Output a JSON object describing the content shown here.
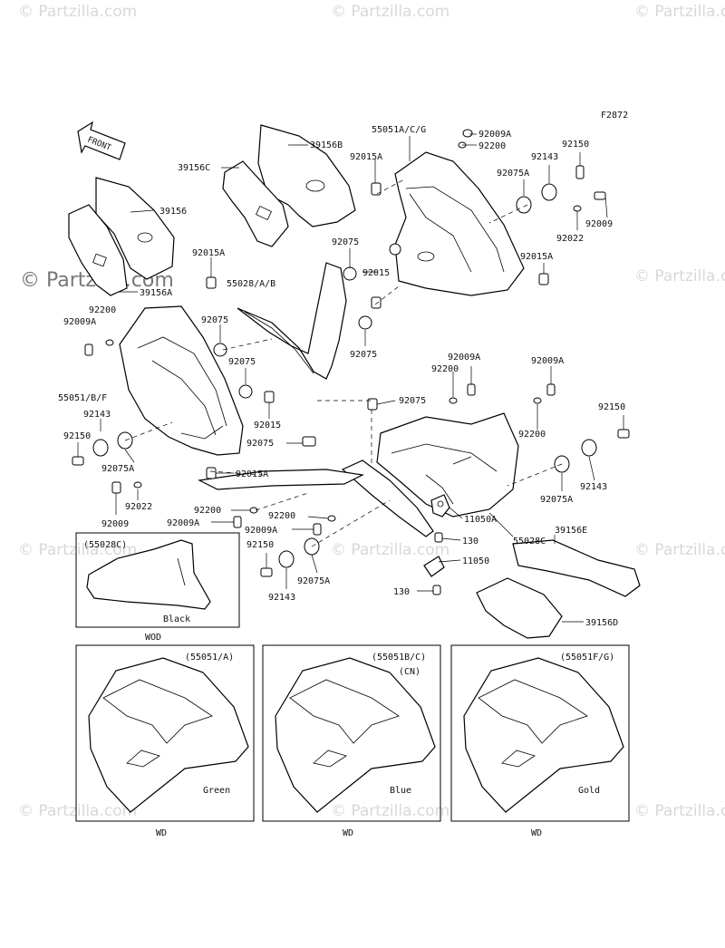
{
  "figure_code": "F2872",
  "front_label": "FRONT",
  "watermark": "© Partzilla.com",
  "callouts": {
    "p39156B": "39156B",
    "p39156C": "39156C",
    "p39156": "39156",
    "p39156A": "39156A",
    "p55051ACG": "55051A/C/G",
    "p92009A_top": "92009A",
    "p92200_top": "92200",
    "p92015A_top": "92015A",
    "p92150_top": "92150",
    "p92143_top": "92143",
    "p92075A_top": "92075A",
    "p92009_top": "92009",
    "p92022_top": "92022",
    "p92015A_right": "92015A",
    "p92015A_left": "92015A",
    "p55028AB": "55028/A/B",
    "p92075_a": "92075",
    "p92015_a": "92015",
    "p92075_b": "92075",
    "p92200_left": "92200",
    "p92009A_left": "92009A",
    "p92075_c": "92075",
    "p92075_d": "92075",
    "p55051BF": "55051/B/F",
    "p92143_left": "92143",
    "p92150_left": "92150",
    "p92075A_left": "92075A",
    "p92015_b": "92015",
    "p92075_e": "92075",
    "p92022_left": "92022",
    "p92009_left": "92009",
    "p92015A_mid": "92015A",
    "p92009A_mr": "92009A",
    "p92200_mr": "92200",
    "p92075_mr": "92075",
    "p92009A_r": "92009A",
    "p92200_r": "92200",
    "p92150_r": "92150",
    "p92143_r": "92143",
    "p92075A_r": "92075A",
    "p92200_bl": "92200",
    "p92009A_bl": "92009A",
    "p92200_bm": "92200",
    "p92009A_bm": "92009A",
    "p92150_b": "92150",
    "p92075A_b": "92075A",
    "p92143_b": "92143",
    "p11050A": "11050A",
    "p130_a": "130",
    "p55028C_r": "55028C",
    "p11050": "11050",
    "p130_b": "130",
    "p39156E": "39156E",
    "p39156D": "39156D"
  },
  "inset_wod": {
    "ref": "(55028C)",
    "color": "Black",
    "caption": "WOD"
  },
  "variants": [
    {
      "ref": "(55051/A)",
      "region": "",
      "color": "Green",
      "caption": "WD"
    },
    {
      "ref": "(55051B/C)",
      "region": "(CN)",
      "color": "Blue",
      "caption": "WD"
    },
    {
      "ref": "(55051F/G)",
      "region": "",
      "color": "Gold",
      "caption": "WD"
    }
  ],
  "colors": {
    "line": "#000000",
    "background": "#ffffff",
    "watermark": "#d0d0d0"
  }
}
